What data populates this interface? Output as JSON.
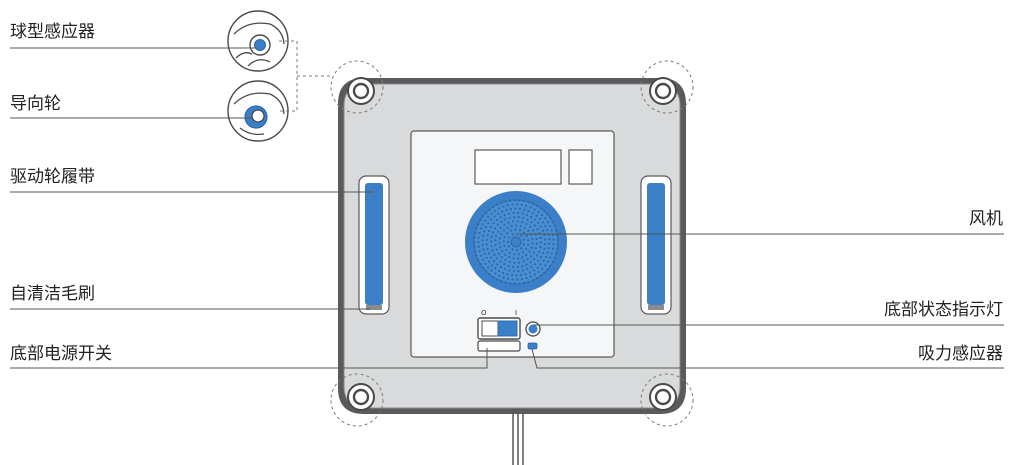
{
  "diagram": {
    "labels": {
      "ball_sensor": "球型感应器",
      "guide_wheel": "导向轮",
      "drive_track": "驱动轮履带",
      "brush": "自清洁毛刷",
      "power_switch": "底部电源开关",
      "fan": "风机",
      "status_light": "底部状态指示灯",
      "suction_sensor": "吸力感应器"
    },
    "switch_marks": {
      "off": "O",
      "on": "I"
    }
  },
  "colors": {
    "accent_blue": "#3a7fc8",
    "body_gray": "#d9dadb",
    "panel_white": "#f5f6f7",
    "outline": "#4a4a4a",
    "leader": "#555555"
  }
}
